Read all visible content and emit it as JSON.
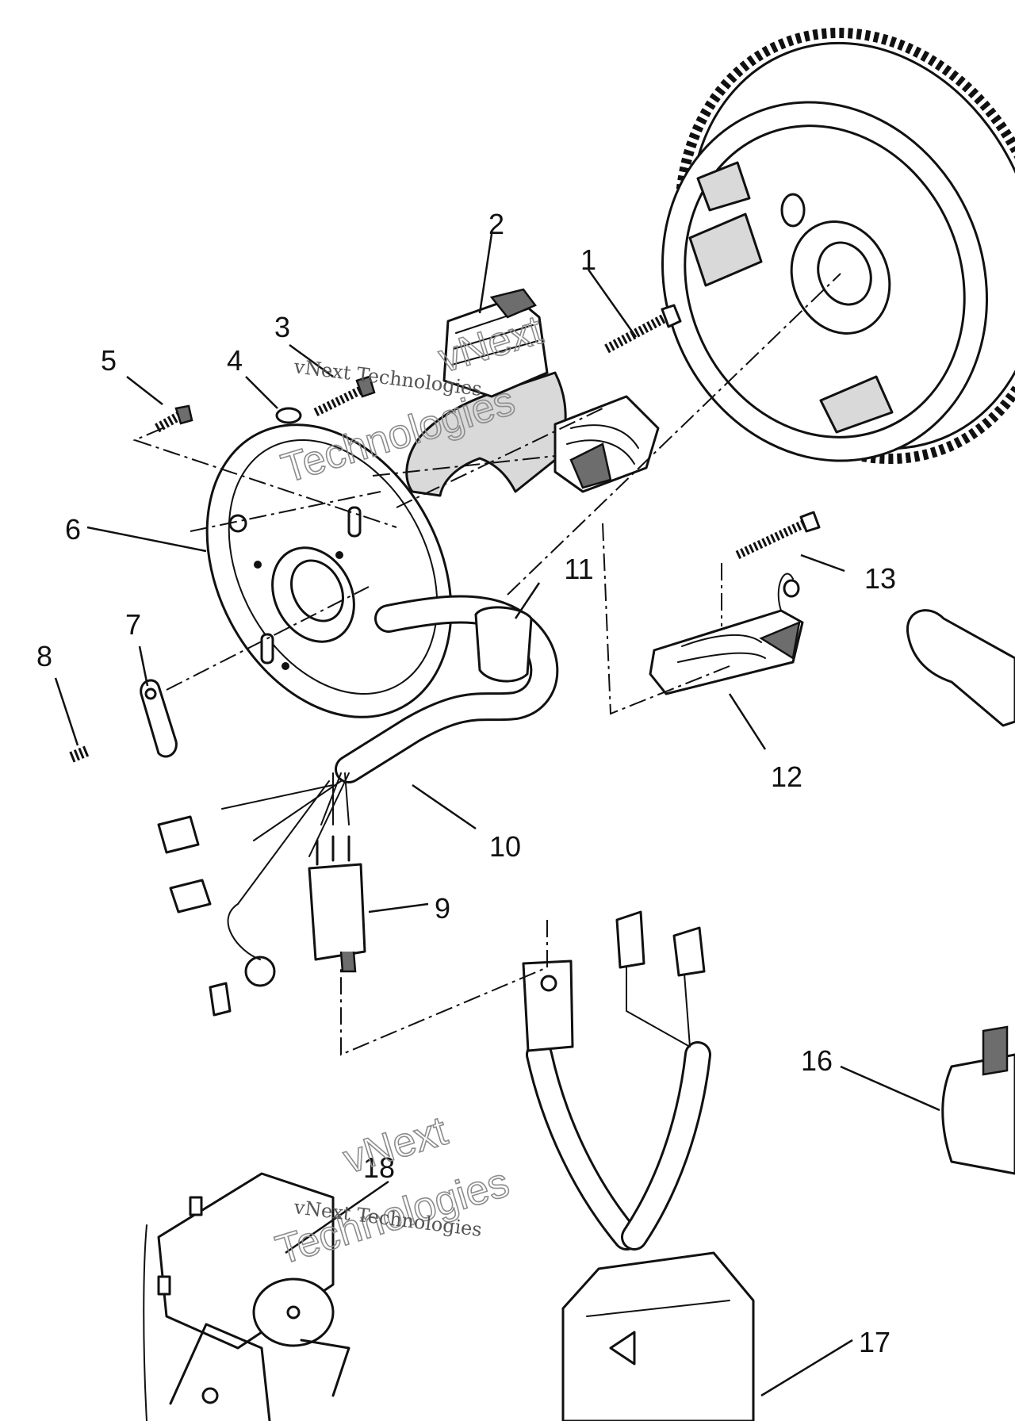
{
  "callouts": {
    "c1": "1",
    "c2": "2",
    "c3": "3",
    "c4": "4",
    "c5": "5",
    "c6": "6",
    "c7": "7",
    "c8": "8",
    "c9": "9",
    "c10": "10",
    "c11": "11",
    "c12": "12",
    "c13": "13",
    "c16": "16",
    "c17": "17",
    "c18": "18"
  },
  "watermark": {
    "line1": "vNext",
    "line2": "Technologies",
    "small": "vNext Technologies"
  }
}
